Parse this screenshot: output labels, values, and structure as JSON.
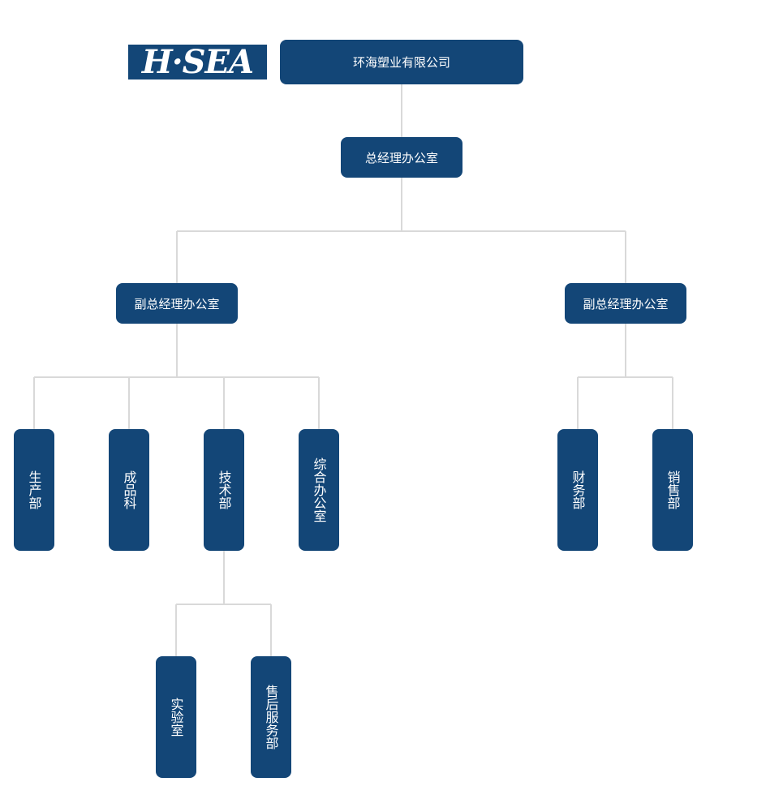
{
  "logo": {
    "text": "H·SEA",
    "color": "#134677"
  },
  "colors": {
    "node_fill": "#134677",
    "node_text": "#ffffff",
    "connector": "#d9d9d9"
  },
  "org": {
    "company": "环海塑业有限公司",
    "general_manager": "总经理办公室",
    "deputy_left": "副总经理办公室",
    "deputy_right": "副总经理办公室",
    "production": "生产部",
    "quality": "成品科",
    "technical": "技术部",
    "admin": "综合办公室",
    "finance": "财务部",
    "sales": "销售部",
    "lab": "实验室",
    "after_sales": "售后服务部"
  }
}
